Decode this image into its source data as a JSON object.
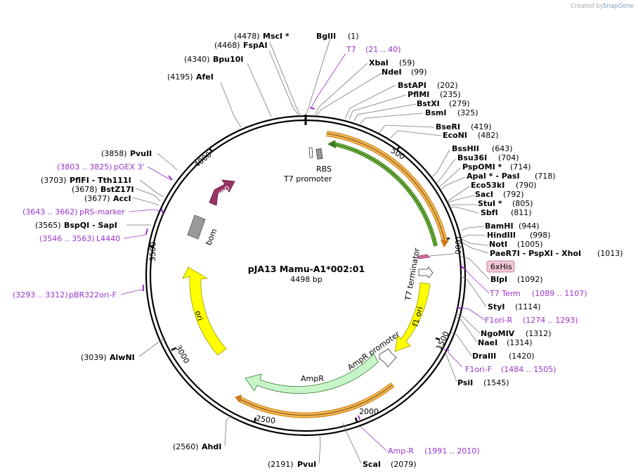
{
  "watermark": {
    "prefix": "Created by",
    "brand": "SnapGene"
  },
  "map": {
    "name": "pJA13 Mamu-A1*002:01",
    "length": "4498 bp"
  },
  "ticks": [
    "500",
    "1000",
    "1500",
    "2000",
    "2500",
    "3000",
    "3500",
    "4000"
  ],
  "features": {
    "rbs": "RBS",
    "t7_promoter": "T7 promoter",
    "rop": "rop",
    "bom": "bom",
    "ori": "ori",
    "his": "6xHis",
    "t7_terminator": "T7 terminator",
    "f1_ori": "f1 ori",
    "ampr": "AmpR",
    "ampr_promoter": "AmpR promoter"
  },
  "enzymes": [
    {
      "name": "MscI *",
      "pos": "(4478)"
    },
    {
      "name": "FspAI",
      "pos": "(4468)"
    },
    {
      "name": "Bpu10I",
      "pos": "(4340)"
    },
    {
      "name": "AfeI",
      "pos": "(4195)"
    },
    {
      "name": "BglII",
      "pos": "(1)"
    },
    {
      "name": "XbaI",
      "pos": "(59)"
    },
    {
      "name": "NdeI",
      "pos": "(99)"
    },
    {
      "name": "BstAPI",
      "pos": "(202)"
    },
    {
      "name": "PflMI",
      "pos": "(235)"
    },
    {
      "name": "BstXI",
      "pos": "(279)"
    },
    {
      "name": "BsmI",
      "pos": "(325)"
    },
    {
      "name": "BseRI",
      "pos": "(419)"
    },
    {
      "name": "EcoNI",
      "pos": "(482)"
    },
    {
      "name": "BssHII",
      "pos": "(643)"
    },
    {
      "name": "Bsu36I",
      "pos": "(704)"
    },
    {
      "name": "PspOMI *",
      "pos": "(714)"
    },
    {
      "name": "ApaI * - PasI",
      "pos": "(718)"
    },
    {
      "name": "Eco53kI",
      "pos": "(790)"
    },
    {
      "name": "SacI",
      "pos": "(792)"
    },
    {
      "name": "StuI *",
      "pos": "(805)"
    },
    {
      "name": "SbfI",
      "pos": "(811)"
    },
    {
      "name": "BamHI",
      "pos": "(944)"
    },
    {
      "name": "HindIII",
      "pos": "(998)"
    },
    {
      "name": "NotI",
      "pos": "(1005)"
    },
    {
      "name": "PaeR7I - PspXI - XhoI",
      "pos": "(1013)"
    },
    {
      "name": "BlpI",
      "pos": "(1092)"
    },
    {
      "name": "StyI",
      "pos": "(1114)"
    },
    {
      "name": "NgoMIV",
      "pos": "(1312)"
    },
    {
      "name": "NaeI",
      "pos": "(1314)"
    },
    {
      "name": "DraIII",
      "pos": "(1420)"
    },
    {
      "name": "PsiI",
      "pos": "(1545)"
    },
    {
      "name": "ScaI",
      "pos": "(2079)"
    },
    {
      "name": "PvuI",
      "pos": "(2191)"
    },
    {
      "name": "AhdI",
      "pos": "(2560)"
    },
    {
      "name": "AlwNI",
      "pos": "(3039)"
    },
    {
      "name": "BspQI - SapI",
      "pos": "(3565)"
    },
    {
      "name": "AccI",
      "pos": "(3677)"
    },
    {
      "name": "BstZ17I",
      "pos": "(3678)"
    },
    {
      "name": "PflFI - Tth111I",
      "pos": "(3703)"
    },
    {
      "name": "PvuII",
      "pos": "(3858)"
    }
  ],
  "primers": [
    {
      "name": "T7",
      "range": "(21 .. 40)"
    },
    {
      "name": "T7 Term",
      "range": "(1089 .. 1107)"
    },
    {
      "name": "F1ori-R",
      "range": "(1274 .. 1293)"
    },
    {
      "name": "F1ori-F",
      "range": "(1484 .. 1505)"
    },
    {
      "name": "Amp-R",
      "range": "(1991 .. 2010)"
    },
    {
      "name": "pBR322ori-F",
      "range": "(3293 .. 3312)"
    },
    {
      "name": "L4440",
      "range": "(3546 .. 3563)"
    },
    {
      "name": "pRS-marker",
      "range": "(3643 .. 3662)"
    },
    {
      "name": "pGEX 3'",
      "range": "(3803 .. 3825)"
    }
  ],
  "colors": {
    "backbone": "#000000",
    "insert_fill": "#f7b84b",
    "insert_edge": "#c87a1a",
    "insert_core": "#6b4a2a",
    "green_fill": "#7cc242",
    "ori_fill": "#ffff00",
    "ampr_fill": "#c8f5c8",
    "rop_fill": "#993366",
    "bom_fill": "#999999",
    "his_fill": "#cc6699",
    "primer": "#9933cc"
  }
}
